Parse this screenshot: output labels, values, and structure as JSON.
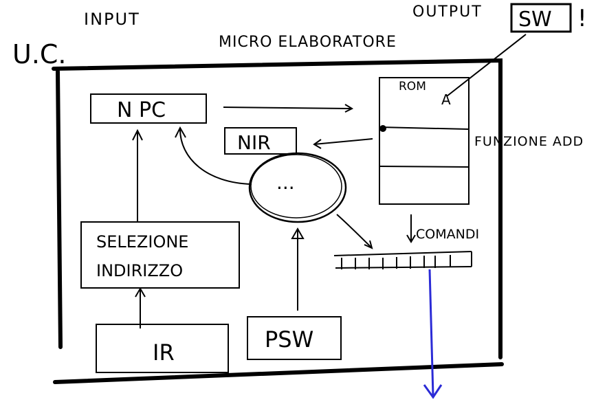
{
  "labels": {
    "input": "INPUT",
    "output": "OUTPUT",
    "sw": "SW",
    "exclaim": "!",
    "uc": "U.C.",
    "micro": "MICRO ELABORATORE",
    "npc": "N PC",
    "nir": "NIR",
    "rom": "ROM",
    "rom_symbol": "A",
    "funzione": "FUNZIONE ADD",
    "dots": "...",
    "comandi": "COMANDI",
    "selezione_line1": "SELEZIONE",
    "selezione_line2": "INDIRIZZO",
    "ir": "IR",
    "psw": "PSW"
  },
  "colors": {
    "ink": "#000000",
    "blue_ink": "#2b2bd6"
  }
}
